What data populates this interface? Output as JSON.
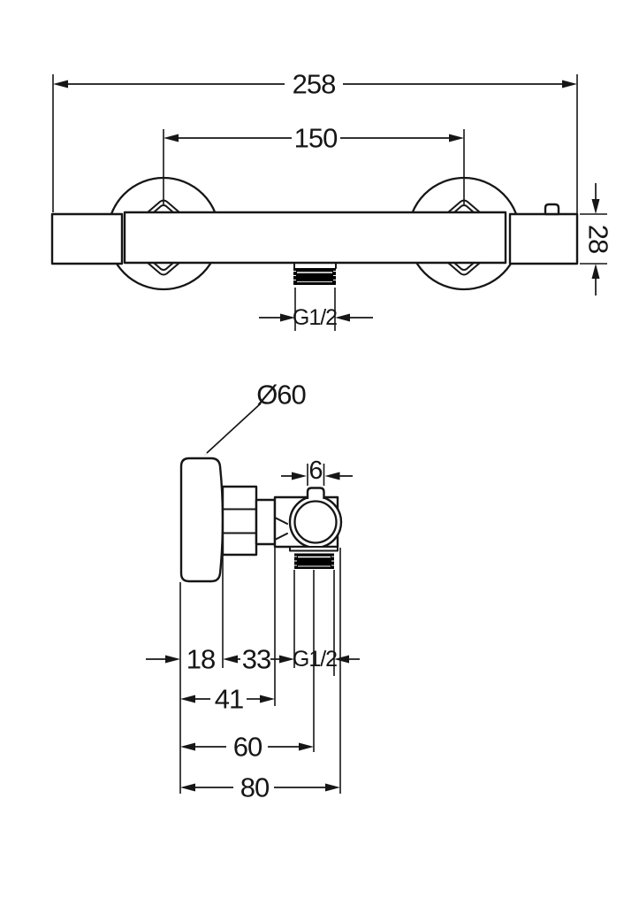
{
  "colors": {
    "line": "#161616",
    "background": "#ffffff",
    "thread_fill": "#000000"
  },
  "front_view": {
    "dims": {
      "total_width": "258",
      "mount_spacing": "150",
      "bar_height": "28",
      "outlet_thread": "G1/2"
    }
  },
  "side_view": {
    "dims": {
      "flange_diameter": "Ø60",
      "tab_width": "6",
      "flange_depth": "18",
      "nut_depth": "33",
      "outlet_thread": "G1/2",
      "depth_41": "41",
      "depth_60": "60",
      "depth_80": "80"
    }
  }
}
